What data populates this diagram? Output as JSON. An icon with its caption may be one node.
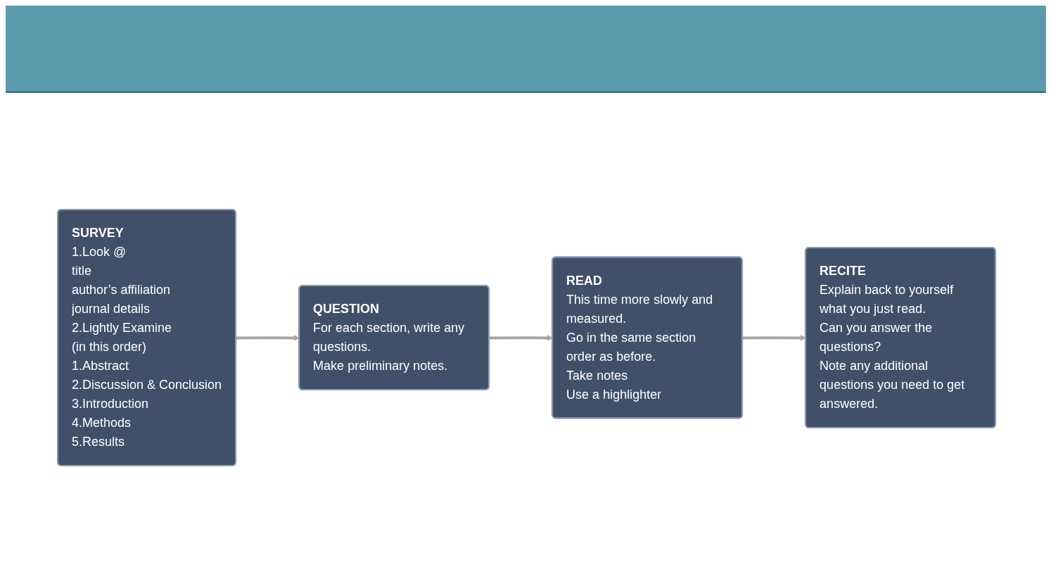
{
  "diagram": {
    "nodes": [
      {
        "text": [
          "SURVEY",
          "1.Look @",
          "title",
          "author’s affiliation",
          "journal details",
          "2.Lightly Examine",
          "(in this order)",
          "1.Abstract",
          "2.Discussion & Conclusion",
          "3.Introduction",
          "4.Methods",
          "5.Results"
        ]
      },
      {
        "text": [
          "QUESTION",
          "For each section, write any questions.",
          "Make preliminary notes."
        ]
      },
      {
        "text": [
          "READ",
          "This time more slowly and measured.",
          "Go in the same section order as before.",
          "Take notes",
          "Use a highlighter"
        ]
      },
      {
        "text": [
          "RECITE",
          "Explain back to yourself what you just read.",
          "Can you answer the questions?",
          "Note any additional questions you need to get answered."
        ]
      }
    ],
    "edges": [
      {
        "from": 0,
        "to": 1,
        "arrow": "to"
      },
      {
        "from": 1,
        "to": 2,
        "arrow": "to"
      },
      {
        "from": 2,
        "to": 3,
        "arrow": "to"
      }
    ]
  }
}
